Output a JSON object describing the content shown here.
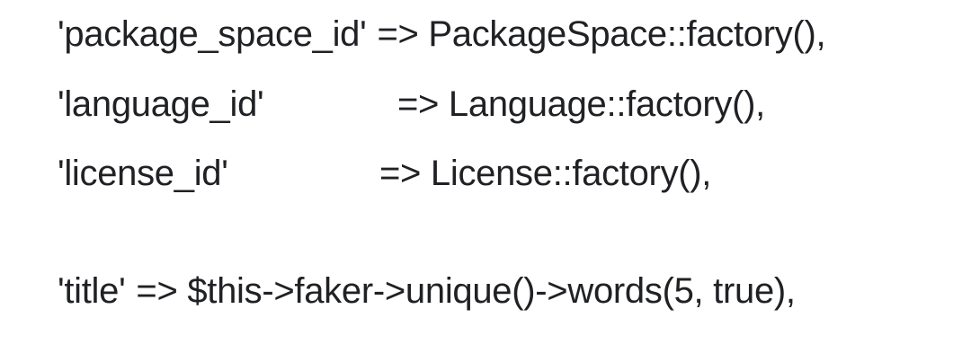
{
  "code": {
    "lines": [
      {
        "key": "'package_space_id'",
        "value": "=> PackageSpace::factory(),"
      },
      {
        "key": "'language_id'",
        "value": "=> Language::factory(),"
      },
      {
        "key": "'license_id'",
        "value": "=> License::factory(),"
      },
      {
        "key": "'title'",
        "value": "=> $this->faker->unique()->words(5, true),"
      }
    ]
  }
}
